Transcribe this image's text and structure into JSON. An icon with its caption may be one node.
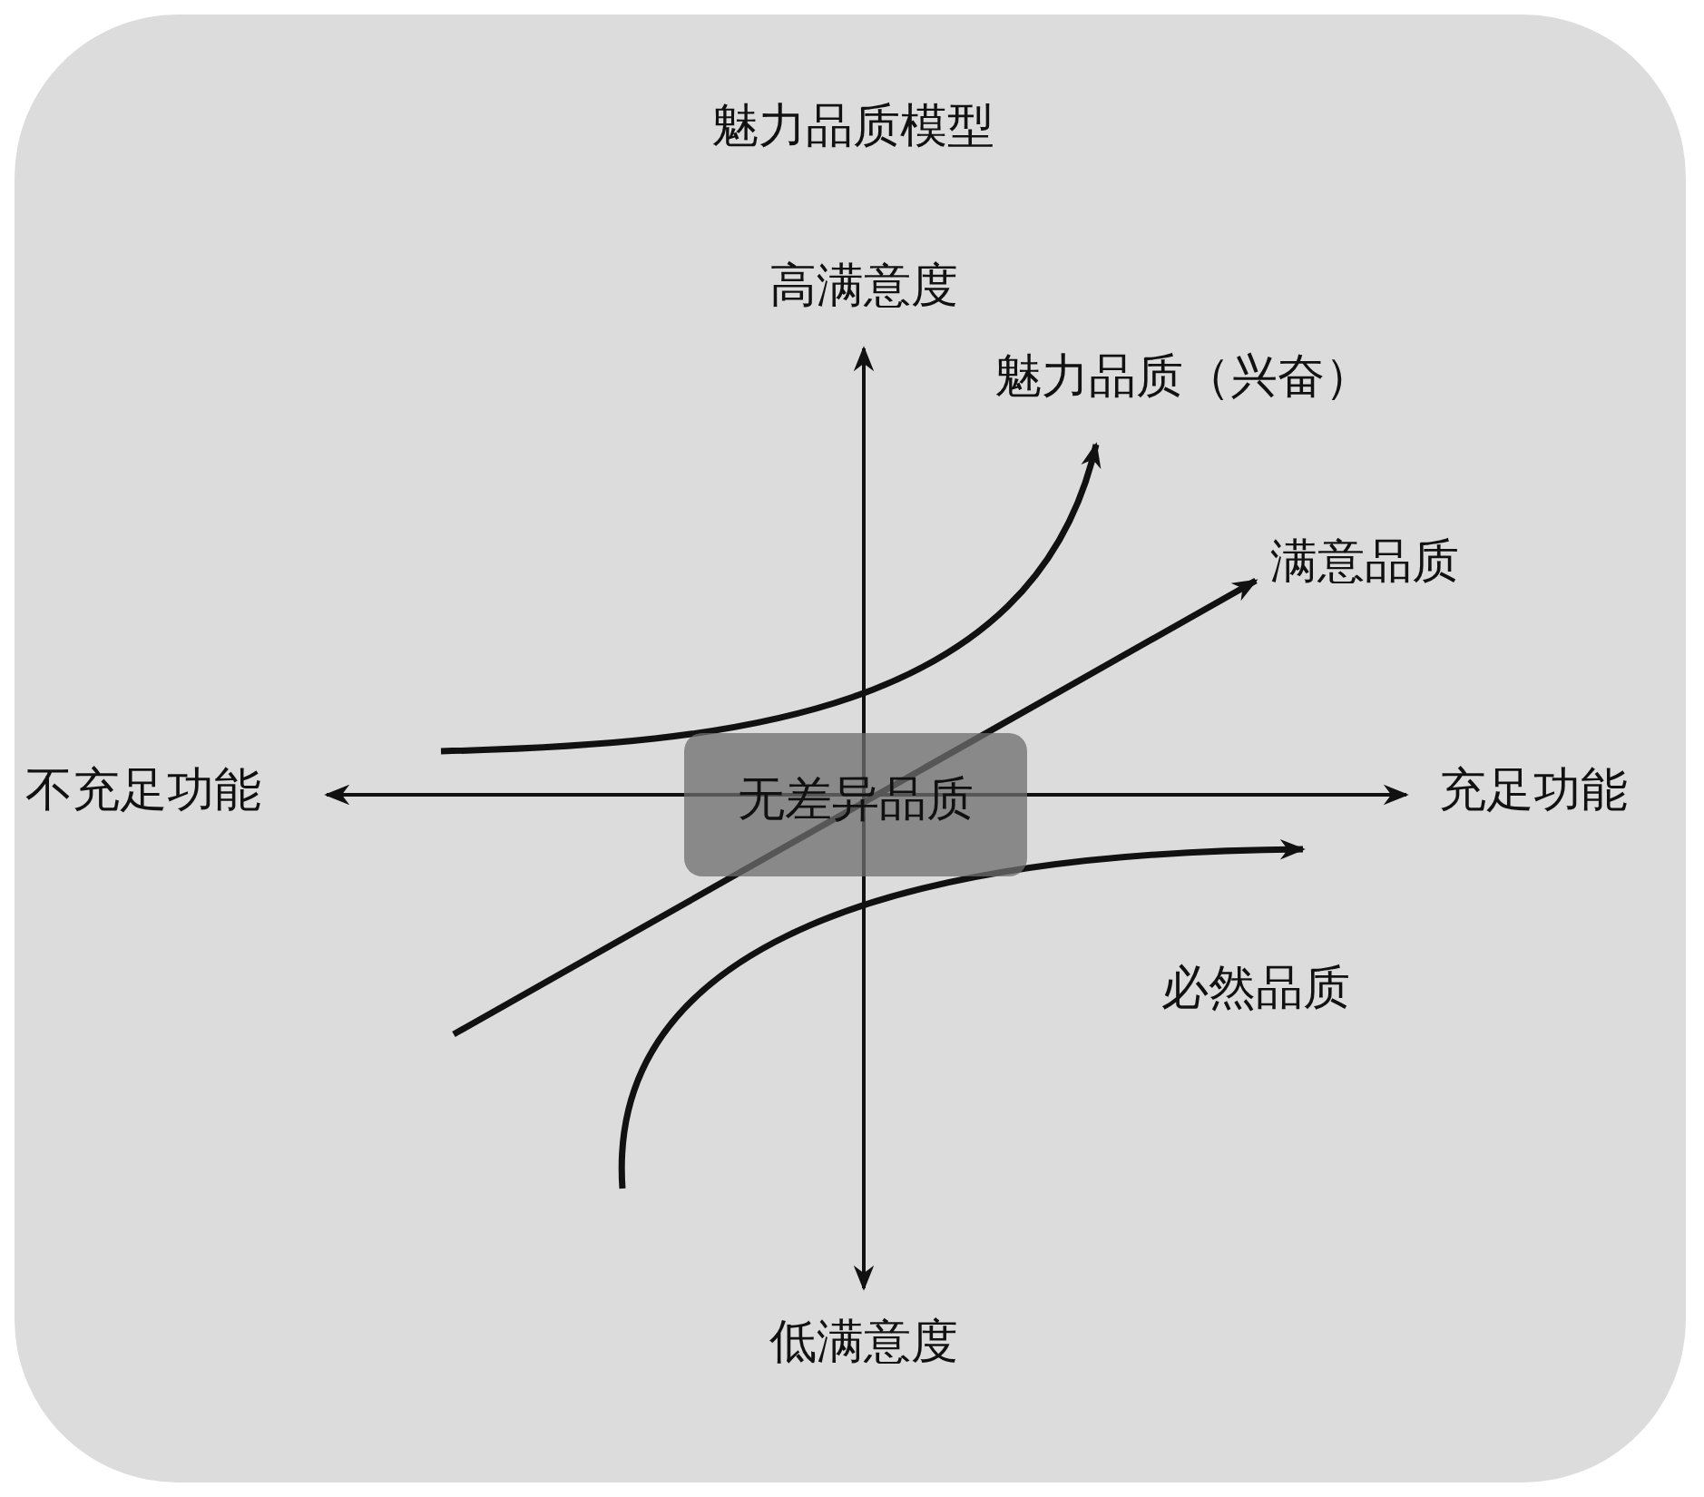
{
  "diagram": {
    "title": "魅力品质模型",
    "nodes": [
      {
        "text": [
          "无差异品质"
        ]
      }
    ],
    "labels": [
      "高满意度",
      "魅力品质（兴奋）",
      "满意品质",
      "不充足功能",
      "充足功能",
      "必然品质",
      "低满意度"
    ]
  }
}
